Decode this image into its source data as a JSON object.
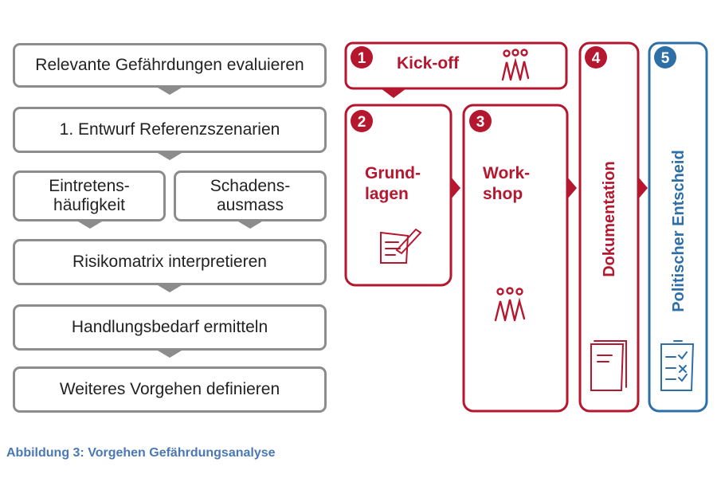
{
  "left_flow": {
    "step1": "Relevante Gefährdungen evaluieren",
    "step2": "1. Entwurf Referenzszenarien",
    "step3a_line1": "Eintretens-",
    "step3a_line2": "häufigkeit",
    "step3b_line1": "Schadens-",
    "step3b_line2": "ausmass",
    "step4": "Risikomatrix interpretieren",
    "step5": "Handlungsbedarf ermitteln",
    "step6": "Weiteres Vorgehen definieren"
  },
  "phases": [
    {
      "number": "1",
      "label": "Kick-off",
      "icon": "people-icon"
    },
    {
      "number": "2",
      "label_line1": "Grund-",
      "label_line2": "lagen",
      "icon": "notepad-pen-icon"
    },
    {
      "number": "3",
      "label_line1": "Work-",
      "label_line2": "shop",
      "icon": "people-icon"
    },
    {
      "number": "4",
      "label": "Dokumentation",
      "icon": "document-icon"
    },
    {
      "number": "5",
      "label": "Politischer Entscheid",
      "icon": "checklist-icon"
    }
  ],
  "colors": {
    "gray": "#8c8c8c",
    "red": "#b5172f",
    "blue": "#2f6fa8",
    "caption": "#4a78b5"
  },
  "caption": "Abbildung 3: Vorgehen Gefährdungsanalyse"
}
